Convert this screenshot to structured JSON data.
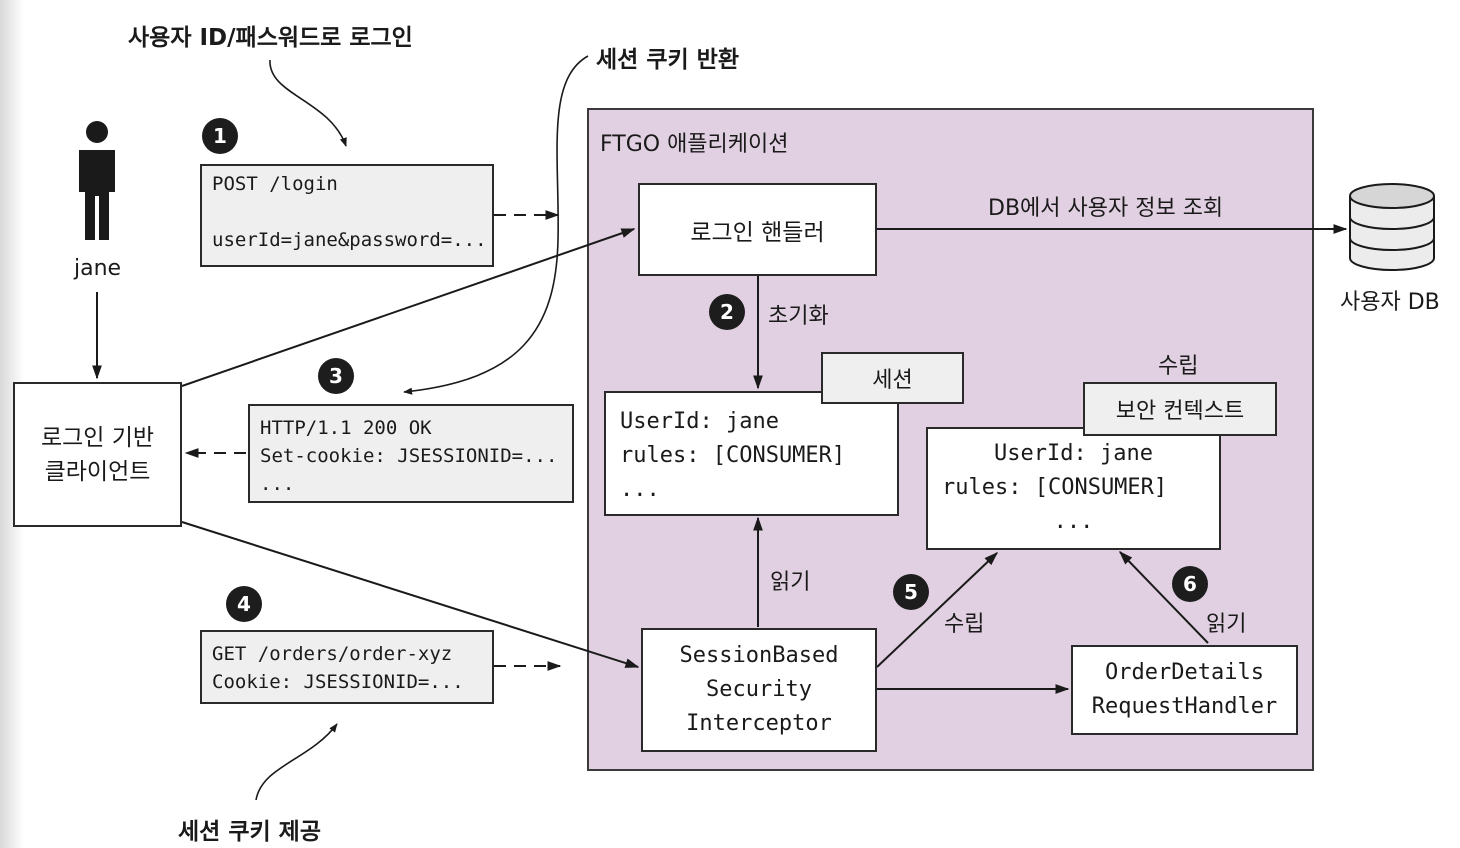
{
  "annotations": {
    "login_with_credentials": "사용자 ID/패스워드로 로그인",
    "return_session_cookie": "세션 쿠키 반환",
    "provide_session_cookie": "세션 쿠키 제공",
    "lookup_user_in_db": "DB에서 사용자 정보 조회",
    "initialize": "초기화",
    "read_1": "읽기",
    "assemble_top": "수립",
    "assemble_5": "수립",
    "read_6": "읽기"
  },
  "user": {
    "name": "jane"
  },
  "client": {
    "line1": "로그인 기반",
    "line2": "클라이언트"
  },
  "requests": {
    "login": {
      "line1": "POST /login",
      "line2": "",
      "line3": "userId=jane&password=..."
    },
    "response": {
      "line1": "HTTP/1.1 200 OK",
      "line2": "Set-cookie: JSESSIONID=...",
      "line3": "..."
    },
    "orders": {
      "line1": "GET /orders/order-xyz",
      "line2": "Cookie: JSESSIONID=..."
    }
  },
  "steps": [
    "1",
    "2",
    "3",
    "4",
    "5",
    "6"
  ],
  "app": {
    "title": "FTGO 애플리케이션",
    "login_handler": "로그인 핸들러",
    "session": {
      "tab": "세션",
      "line1": "UserId: jane",
      "line2": "rules: [CONSUMER]",
      "line3": "..."
    },
    "security_context": {
      "tab": "보안 컨텍스트",
      "line1": "UserId: jane",
      "line2": "rules: [CONSUMER]",
      "line3": "..."
    },
    "interceptor": {
      "line1": "SessionBased",
      "line2": "Security",
      "line3": "Interceptor"
    },
    "handler": {
      "line1": "OrderDetails",
      "line2": "RequestHandler"
    }
  },
  "database": {
    "label": "사용자 DB"
  },
  "colors": {
    "app_background": "#e1d0e1",
    "request_box": "#efefef",
    "step_badge": "#1d1d1d"
  }
}
